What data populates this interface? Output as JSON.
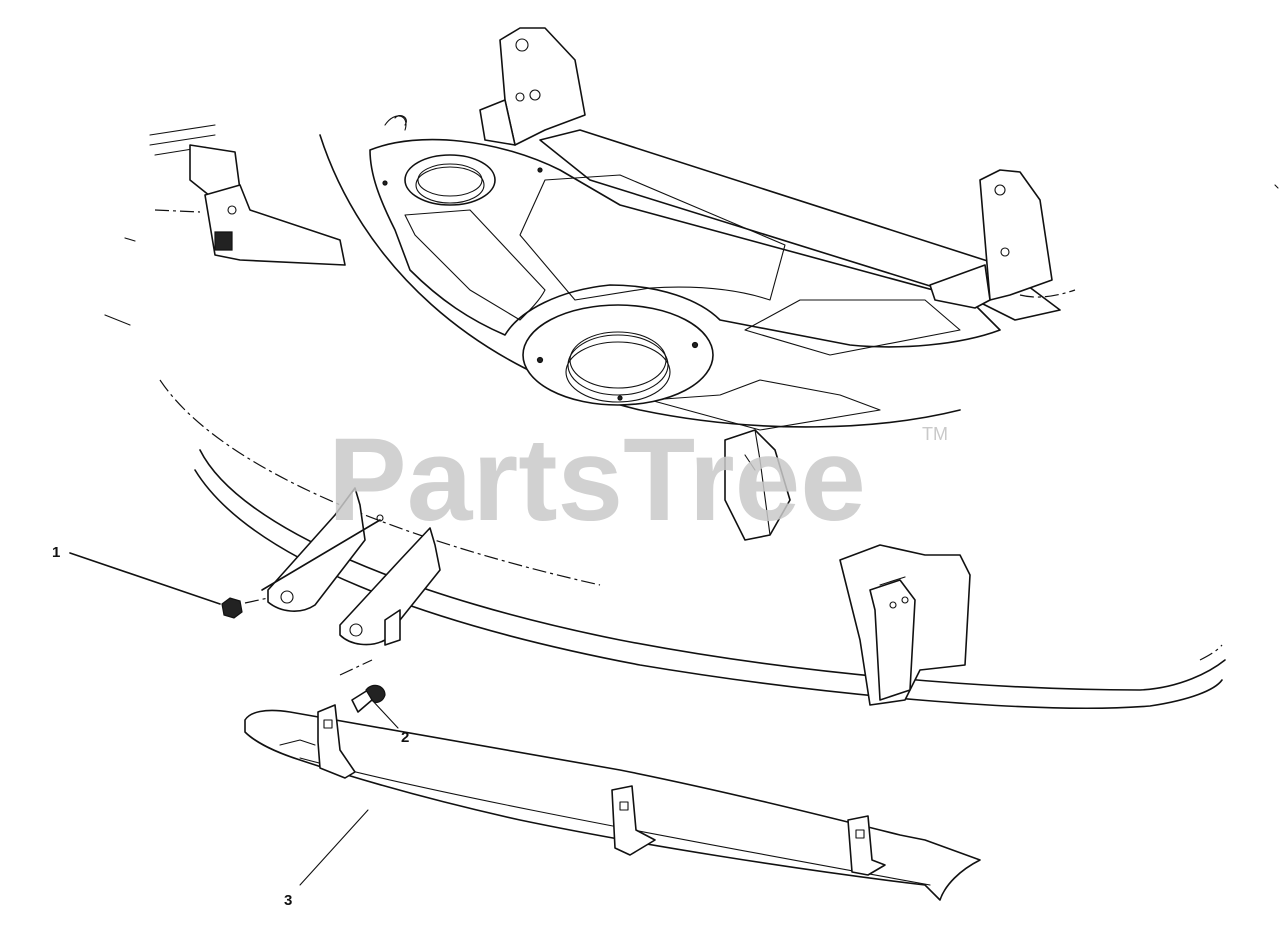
{
  "watermark": {
    "brand": "PartsTree",
    "trademark": "TM"
  },
  "callouts": [
    {
      "id": "1",
      "label": "1"
    },
    {
      "id": "2",
      "label": "2"
    },
    {
      "id": "3",
      "label": "3"
    }
  ]
}
